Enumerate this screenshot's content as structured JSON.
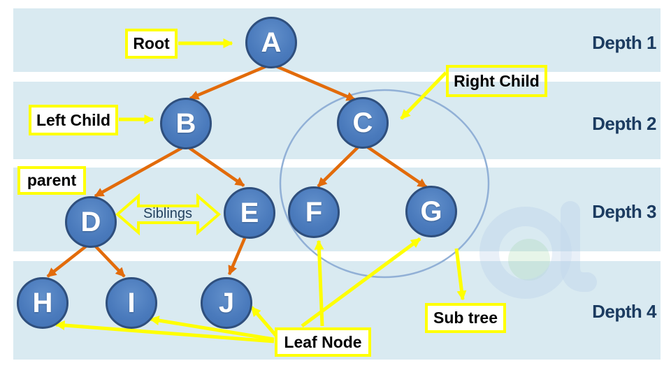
{
  "diagram": {
    "type": "binary-tree",
    "nodes": [
      "A",
      "B",
      "C",
      "D",
      "E",
      "F",
      "G",
      "H",
      "I",
      "J"
    ],
    "edges": [
      [
        "A",
        "B"
      ],
      [
        "A",
        "C"
      ],
      [
        "B",
        "D"
      ],
      [
        "B",
        "E"
      ],
      [
        "C",
        "F"
      ],
      [
        "C",
        "G"
      ],
      [
        "D",
        "H"
      ],
      [
        "D",
        "I"
      ],
      [
        "E",
        "J"
      ]
    ],
    "subtree_circle_members": [
      "C",
      "F",
      "G"
    ],
    "leaf_nodes_pointed": [
      "H",
      "I",
      "J",
      "F",
      "G"
    ]
  },
  "depth_labels": [
    "Depth 1",
    "Depth 2",
    "Depth 3",
    "Depth 4"
  ],
  "annotations": {
    "root": "Root",
    "left_child": "Left Child",
    "right_child": "Right Child",
    "parent": "parent",
    "siblings": "Siblings",
    "sub_tree": "Sub tree",
    "leaf_node": "Leaf Node"
  },
  "watermark": {
    "glyph": "a"
  },
  "colors": {
    "band_blue": "#d9eaf1",
    "node_fill": "#4a7abc",
    "node_border": "#2f4f7d",
    "edge_orange": "#e26b0a",
    "highlight_yellow": "#ffff00",
    "subtree_circle": "#91b0d6",
    "depth_text": "#1b3b60"
  }
}
